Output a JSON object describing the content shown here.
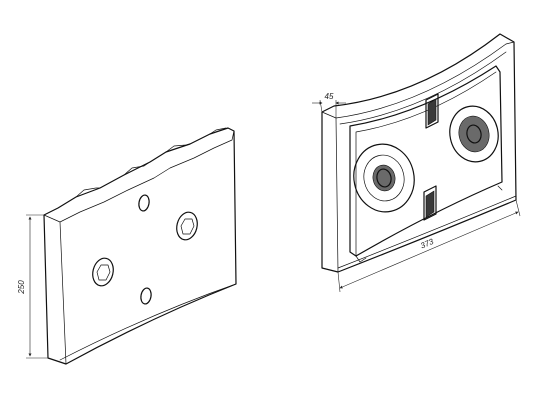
{
  "drawing": {
    "dimensions": {
      "height_label": "250",
      "thickness_label": "45",
      "width_label": "373"
    }
  }
}
